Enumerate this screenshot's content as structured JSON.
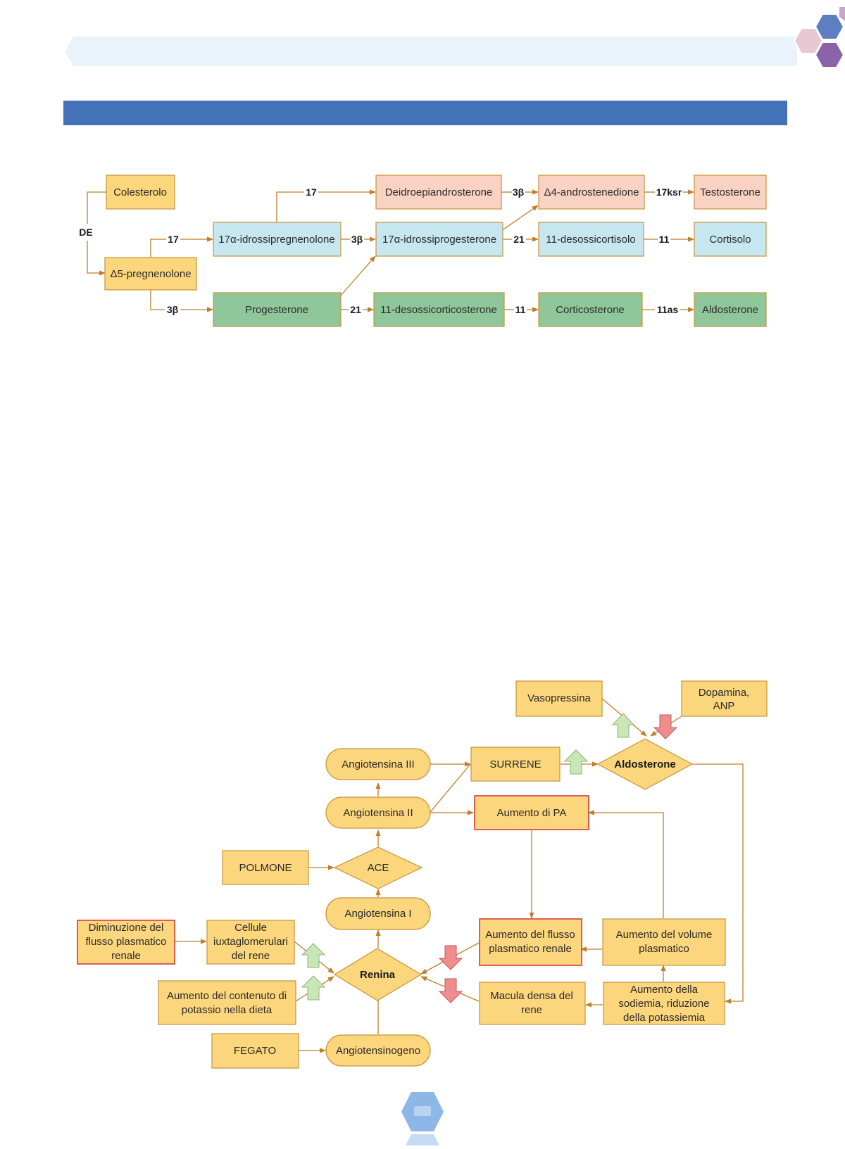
{
  "colors": {
    "banner": "#eaf3fb",
    "band": "#4472b8",
    "orange_fill": "#fcd67c",
    "orange_stroke": "#c8943a",
    "pink_fill": "#f9d2c3",
    "blue_fill": "#c6e7ef",
    "green_fill": "#8fc79a",
    "red_stroke": "#d63a3a",
    "arrow": "#c07e28",
    "up_arrow": "#c9e7b6",
    "down_arrow": "#ef8c8c"
  },
  "steroid": {
    "nodes": {
      "colesterolo": "Colesterolo",
      "pregnenolone": "Δ5-pregnenolone",
      "idrossipregnenolone": "17α-idrossipregnenolone",
      "deidroepiandrosterone": "Deidroepiandrosterone",
      "androstenedione": "Δ4-androstenedione",
      "testosterone": "Testosterone",
      "idrossiprogesterone": "17α-idrossiprogesterone",
      "desossicortisolo": "11-desossicortisolo",
      "cortisolo": "Cortisolo",
      "progesterone": "Progesterone",
      "desossicorticosterone": "11-desossicorticosterone",
      "corticosterone": "Corticosterone",
      "aldosterone": "Aldosterone"
    },
    "edges": {
      "de": "DE",
      "e17_top": "17",
      "e17_mid": "17",
      "e3b_top": "3β",
      "e17ksr": "17ksr",
      "e3b_mid": "3β",
      "e21_mid": "21",
      "e11_mid": "11",
      "e3b_low": "3β",
      "e21_low": "21",
      "e11_low": "11",
      "e11as": "11as"
    }
  },
  "raas": {
    "vasopressina": "Vasopressina",
    "dopamina": [
      "Dopamina,",
      "ANP"
    ],
    "angiotensina3": "Angiotensina III",
    "surrene": "SURRENE",
    "aldosterone": "Aldosterone",
    "angiotensina2": "Angiotensina II",
    "aumento_pa": "Aumento di PA",
    "polmone": "POLMONE",
    "ace": "ACE",
    "angiotensina1": "Angiotensina I",
    "diminuzione": [
      "Diminuzione del",
      "flusso plasmatico",
      "renale"
    ],
    "cellule": [
      "Cellule",
      "iuxtaglomerulari",
      "del rene"
    ],
    "renina": "Renina",
    "aumento_flusso": [
      "Aumento del flusso",
      "plasmatico renale"
    ],
    "aumento_volume": [
      "Aumento del volume",
      "plasmatico"
    ],
    "aumento_potassio": [
      "Aumento del contenuto di",
      "potassio nella dieta"
    ],
    "macula": [
      "Macula densa del",
      "rene"
    ],
    "sodiemia": [
      "Aumento della",
      "sodiemia, riduzione",
      "della potassiemia"
    ],
    "fegato": "FEGATO",
    "angiotensinogeno": "Angiotensinogeno"
  }
}
